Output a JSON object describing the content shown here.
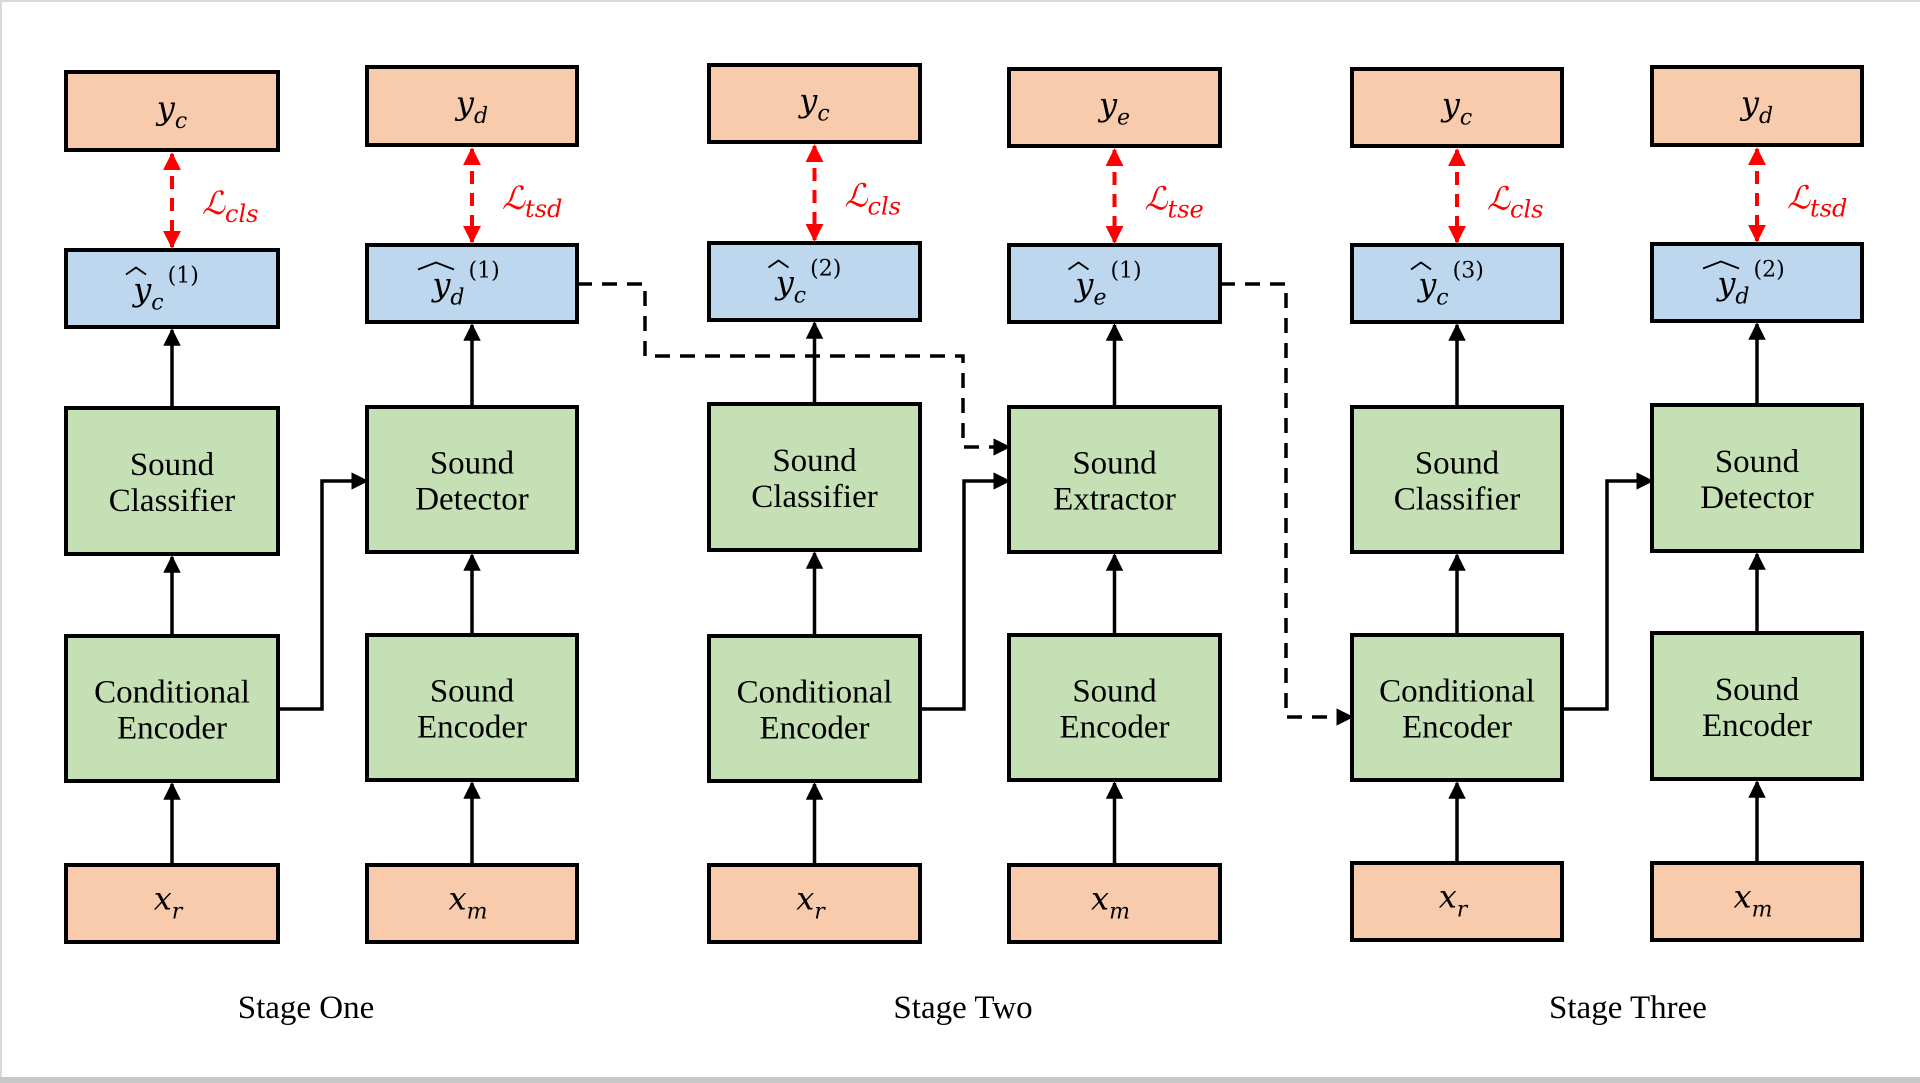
{
  "colors": {
    "io_fill": "#f8cbad",
    "pred_fill": "#bdd7ee",
    "module_fill": "#c5e0b4",
    "loss_color": "#ff0000",
    "line_color": "#000000"
  },
  "stages": [
    {
      "label": "Stage One",
      "columns": [
        {
          "target": {
            "base": "y",
            "sub": "c"
          },
          "pred": {
            "base": "y",
            "sub": "c",
            "sup": "(1)"
          },
          "loss": {
            "base": "ℒ",
            "sub": "cls"
          },
          "upper": [
            "Sound",
            "Classifier"
          ],
          "lower": [
            "Conditional",
            "Encoder"
          ],
          "input": {
            "base": "x",
            "sub": "r"
          }
        },
        {
          "target": {
            "base": "y",
            "sub": "d"
          },
          "pred": {
            "base": "y",
            "sub": "d",
            "sup": "(1)"
          },
          "loss": {
            "base": "ℒ",
            "sub": "tsd"
          },
          "upper": [
            "Sound",
            "Detector"
          ],
          "lower": [
            "Sound",
            "Encoder"
          ],
          "input": {
            "base": "x",
            "sub": "m"
          }
        }
      ]
    },
    {
      "label": "Stage Two",
      "columns": [
        {
          "target": {
            "base": "y",
            "sub": "c"
          },
          "pred": {
            "base": "y",
            "sub": "c",
            "sup": "(2)"
          },
          "loss": {
            "base": "ℒ",
            "sub": "cls"
          },
          "upper": [
            "Sound",
            "Classifier"
          ],
          "lower": [
            "Conditional",
            "Encoder"
          ],
          "input": {
            "base": "x",
            "sub": "r"
          }
        },
        {
          "target": {
            "base": "y",
            "sub": "e"
          },
          "pred": {
            "base": "y",
            "sub": "e",
            "sup": "(1)"
          },
          "loss": {
            "base": "ℒ",
            "sub": "tse"
          },
          "upper": [
            "Sound",
            "Extractor"
          ],
          "lower": [
            "Sound",
            "Encoder"
          ],
          "input": {
            "base": "x",
            "sub": "m"
          }
        }
      ]
    },
    {
      "label": "Stage Three",
      "columns": [
        {
          "target": {
            "base": "y",
            "sub": "c"
          },
          "pred": {
            "base": "y",
            "sub": "c",
            "sup": "(3)"
          },
          "loss": {
            "base": "ℒ",
            "sub": "cls"
          },
          "upper": [
            "Sound",
            "Classifier"
          ],
          "lower": [
            "Conditional",
            "Encoder"
          ],
          "input": {
            "base": "x",
            "sub": "r"
          }
        },
        {
          "target": {
            "base": "y",
            "sub": "d"
          },
          "pred": {
            "base": "y",
            "sub": "d",
            "sup": "(2)"
          },
          "loss": {
            "base": "ℒ",
            "sub": "tsd"
          },
          "upper": [
            "Sound",
            "Detector"
          ],
          "lower": [
            "Sound",
            "Encoder"
          ],
          "input": {
            "base": "x",
            "sub": "m"
          }
        }
      ]
    }
  ],
  "cross_stage_links": [
    {
      "from": "Stage One ŷd(1)",
      "to": "Stage Two Sound Extractor",
      "style": "dashed"
    },
    {
      "from": "Stage Two ŷe(1)",
      "to": "Stage Three Conditional Encoder",
      "style": "dashed"
    }
  ]
}
